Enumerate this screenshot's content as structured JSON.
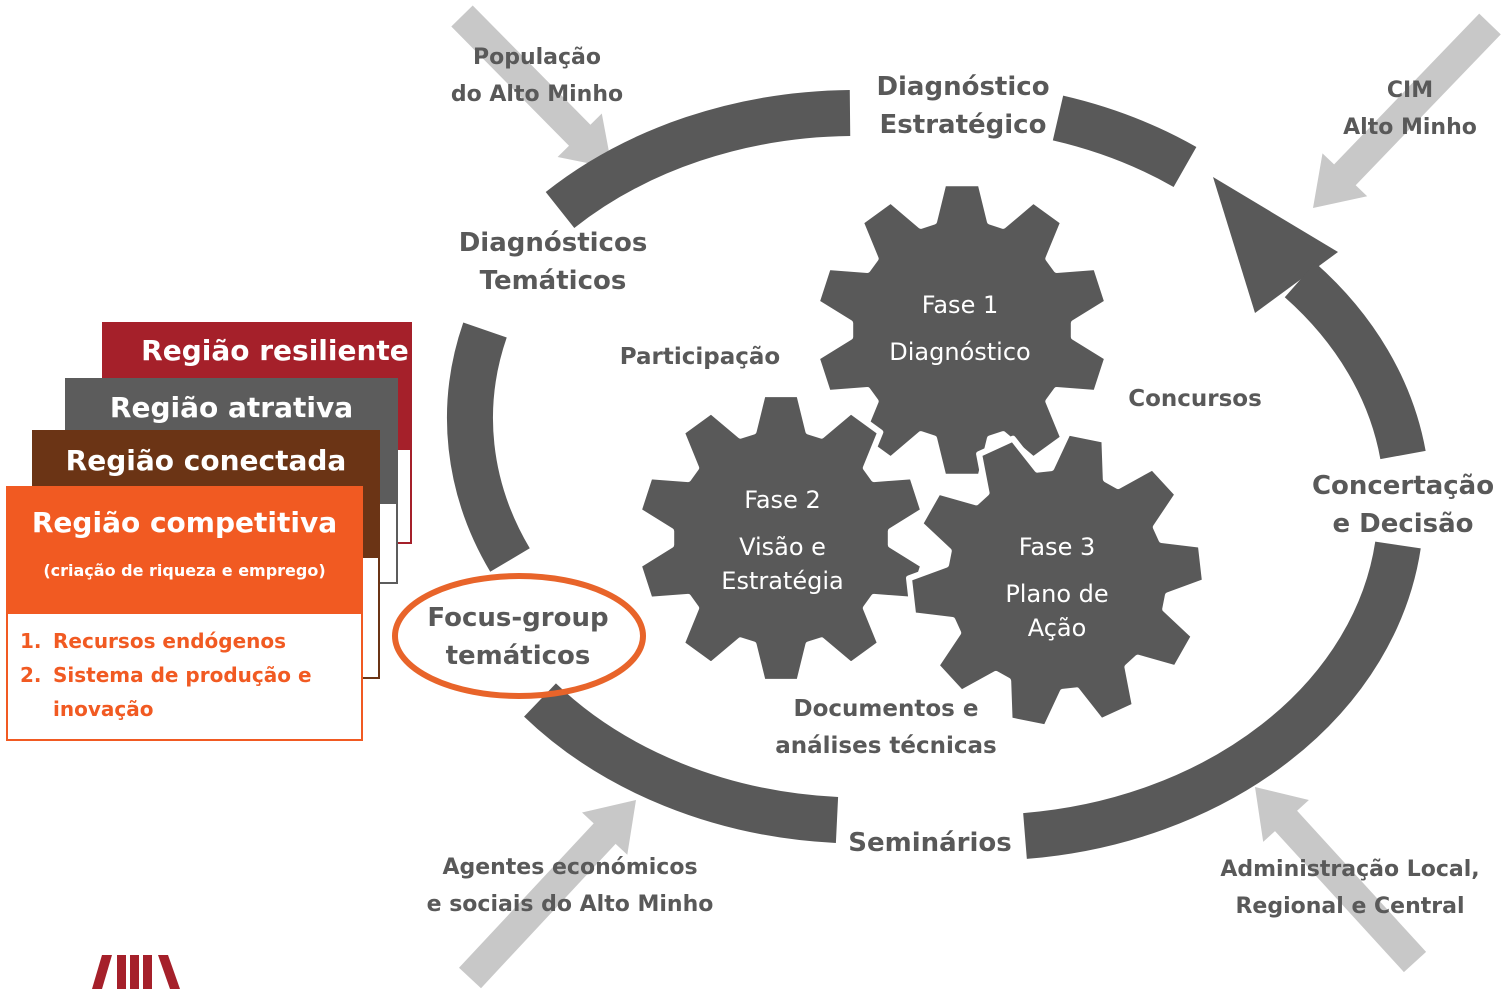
{
  "colors": {
    "ring": "#595959",
    "gear": "#595959",
    "arrow": "#c8c8c8",
    "accent_orange": "#f15a22",
    "card_red": "#a5202a",
    "card_gray": "#5c5c5c",
    "card_brown": "#6b3415",
    "highlight_oval": "#e8642a"
  },
  "cycle_labels": {
    "diagnostico_estrategico": [
      "Diagnóstico",
      "Estratégico"
    ],
    "diagnosticos_tematicos": [
      "Diagnósticos",
      "Temáticos"
    ],
    "focus_group": [
      "Focus-group",
      "temáticos"
    ],
    "seminarios": "Seminários",
    "concertacao": [
      "Concertação",
      "e Decisão"
    ]
  },
  "inner_labels": {
    "participacao": "Participação",
    "concursos": "Concursos",
    "documentos": [
      "Documentos e",
      "análises técnicas"
    ]
  },
  "external_inputs": {
    "top_left": [
      "População",
      "do Alto Minho"
    ],
    "top_right": [
      "CIM",
      "Alto Minho"
    ],
    "bottom_left": [
      "Agentes económicos",
      "e sociais do Alto Minho"
    ],
    "bottom_right": [
      "Administração Local,",
      "Regional e Central"
    ]
  },
  "gears": [
    {
      "lines": [
        "Fase 1",
        "Diagnóstico"
      ]
    },
    {
      "lines": [
        "Fase 2",
        "Visão e",
        "Estratégia"
      ]
    },
    {
      "lines": [
        "Fase 3",
        "Plano de",
        "Ação"
      ]
    }
  ],
  "cards": {
    "resiliente": "Região resiliente",
    "atrativa": "Região atrativa",
    "conectada": "Região conectada",
    "competitiva": "Região competitiva",
    "competitiva_sub": "(criação de riqueza e emprego)",
    "items": [
      {
        "num": "1.",
        "lines": [
          "Recursos endógenos"
        ]
      },
      {
        "num": "2.",
        "lines": [
          "Sistema de produção e",
          "inovação"
        ]
      }
    ]
  },
  "logo_icon": "logo-icon"
}
